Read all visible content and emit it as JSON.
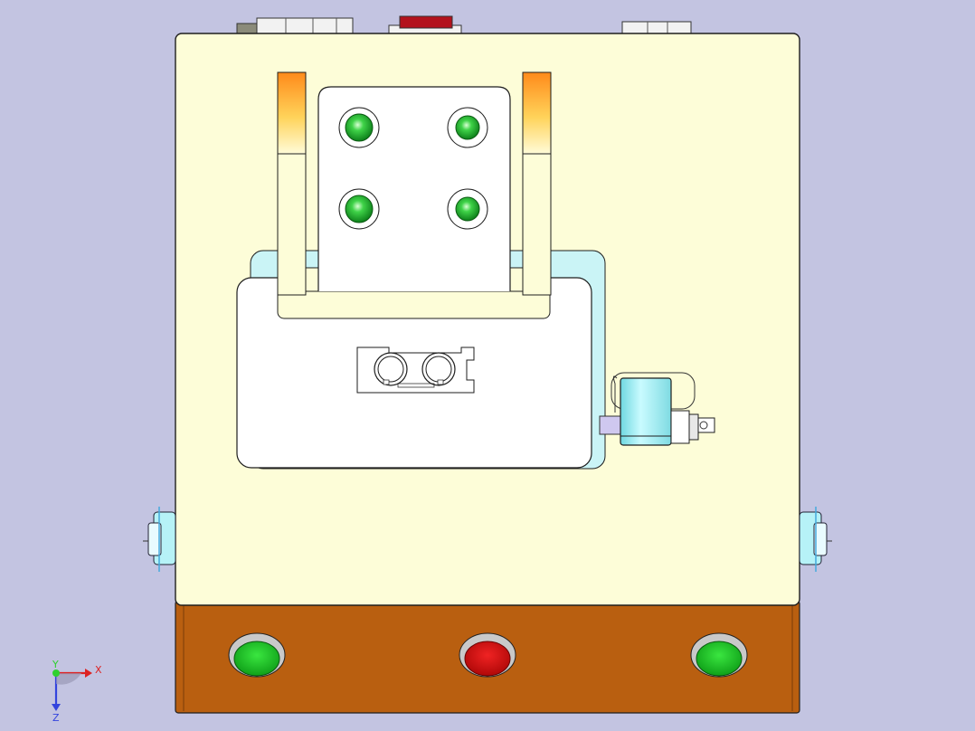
{
  "viewport": {
    "background": "#c3c4e1",
    "triad": {
      "x_label": "X",
      "y_label": "Y",
      "z_label": "Z"
    }
  },
  "colors": {
    "plate": "#fdfdd8",
    "outline": "#1e1e1e",
    "front_panel": "#b95f10",
    "start_button": "#19c01f",
    "stop_button": "#d70f0f",
    "fixture_pad": "#caf4f6",
    "cylinder": "#a8f2f6",
    "bolt": "#1fb52c",
    "top_red_block": "#b3121c"
  },
  "model": {
    "buttons": [
      {
        "name": "left-start-button",
        "color": "#19c01f"
      },
      {
        "name": "center-stop-button",
        "color": "#d70f0f"
      },
      {
        "name": "right-start-button",
        "color": "#19c01f"
      }
    ],
    "bolts": 4,
    "clamp_rings": 2,
    "side_handles": 2
  }
}
